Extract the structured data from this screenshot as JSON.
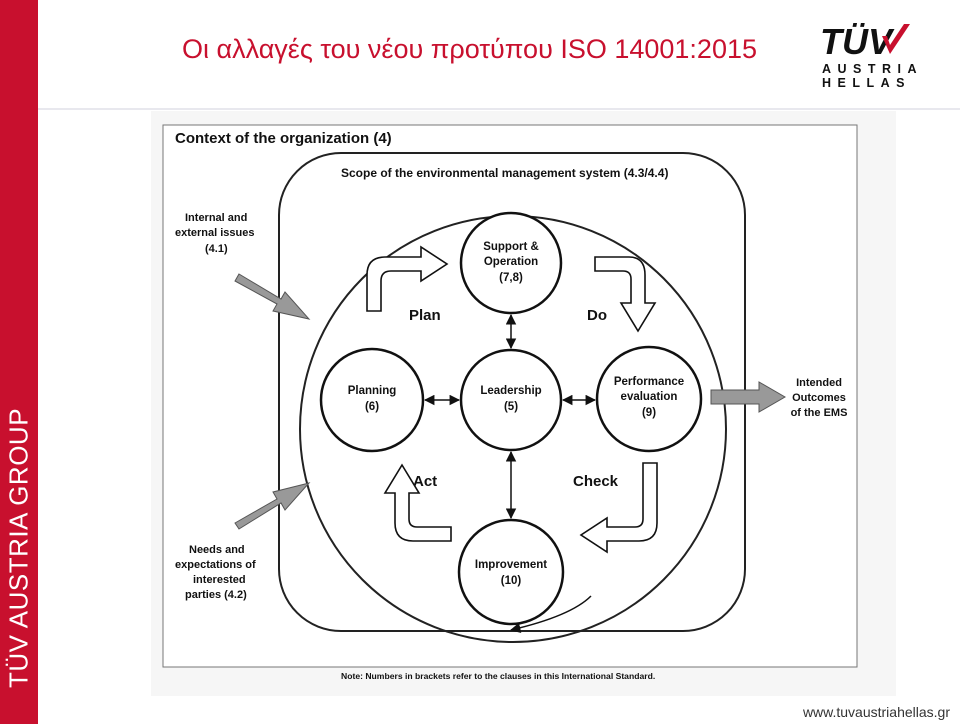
{
  "header": {
    "title": "Οι αλλαγές του νέου προτύπου ISO 14001:2015",
    "logo_line1": "AUSTRIA",
    "logo_line2": "HELLAS",
    "logo_name": "TÜV"
  },
  "side_band": {
    "text": "TÜV AUSTRIA GROUP",
    "color": "#c8102e"
  },
  "diagram": {
    "context_label": "Context of the organization (4)",
    "scope_label": "Scope of the environmental management system (4.3/4.4)",
    "internal_issues": [
      "Internal and",
      "external issues",
      "(4.1)"
    ],
    "needs_expectations": [
      "Needs and",
      "expectations of",
      "interested",
      "parties (4.2)"
    ],
    "outcomes": [
      "Intended",
      "Outcomes",
      "of the EMS"
    ],
    "nodes": {
      "support": [
        "Support &",
        "Operation",
        "(7,8)"
      ],
      "planning": [
        "Planning",
        "(6)"
      ],
      "leadership": [
        "Leadership",
        "(5)"
      ],
      "performance": [
        "Performance",
        "evaluation",
        "(9)"
      ],
      "improvement": [
        "Improvement",
        "(10)"
      ]
    },
    "cycle": {
      "plan": "Plan",
      "do": "Do",
      "check": "Check",
      "act": "Act"
    },
    "note": "Note: Numbers in brackets refer to the clauses in this International Standard."
  },
  "footer": {
    "url": "www.tuvaustriahellas.gr"
  }
}
